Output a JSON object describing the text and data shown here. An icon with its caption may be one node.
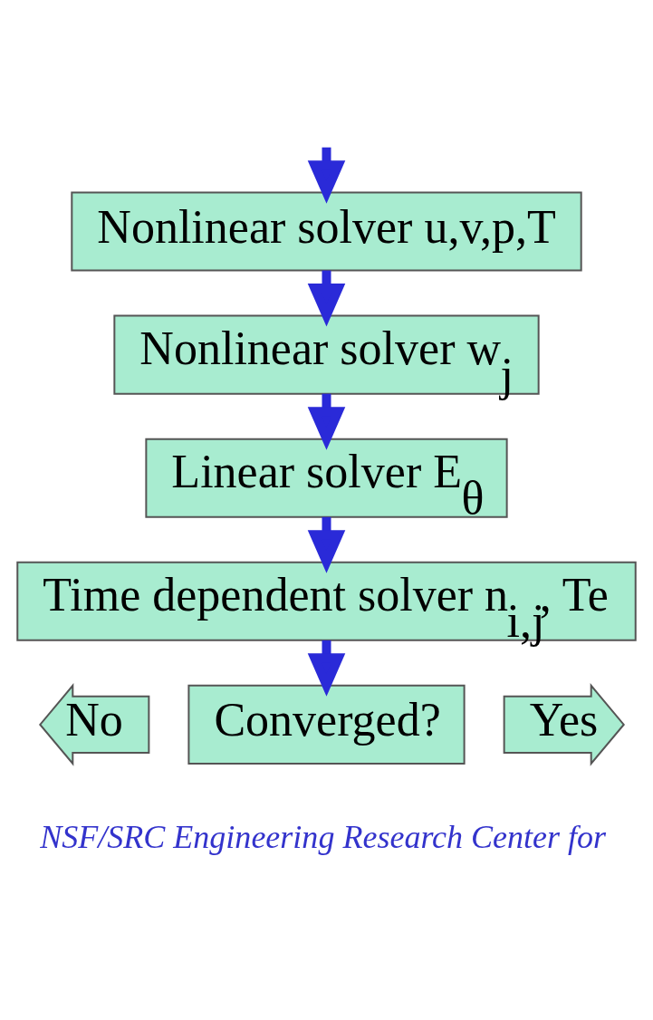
{
  "diagram": {
    "nodes": [
      {
        "text": [
          "Nonlinear solver u,v,p,T"
        ]
      },
      {
        "text": [
          "Nonlinear solver w$_{j}$"
        ]
      },
      {
        "text": [
          "Linear solver E$_{θ}$"
        ]
      },
      {
        "text": [
          "Time dependent solver n$_{i,j}$, Te"
        ]
      },
      {
        "text": [
          "No"
        ]
      },
      {
        "text": [
          "Converged?"
        ]
      },
      {
        "text": [
          "Yes"
        ]
      }
    ],
    "edges": [
      {
        "from": null,
        "to": 0,
        "arrow": "to"
      },
      {
        "from": 0,
        "to": 1,
        "arrow": "to"
      },
      {
        "from": 1,
        "to": 2,
        "arrow": "to"
      },
      {
        "from": 2,
        "to": 3,
        "arrow": "to"
      },
      {
        "from": 3,
        "to": 5,
        "arrow": "to"
      }
    ],
    "labels": [
      "NSF/SRC Engineering Research Center for"
    ]
  }
}
